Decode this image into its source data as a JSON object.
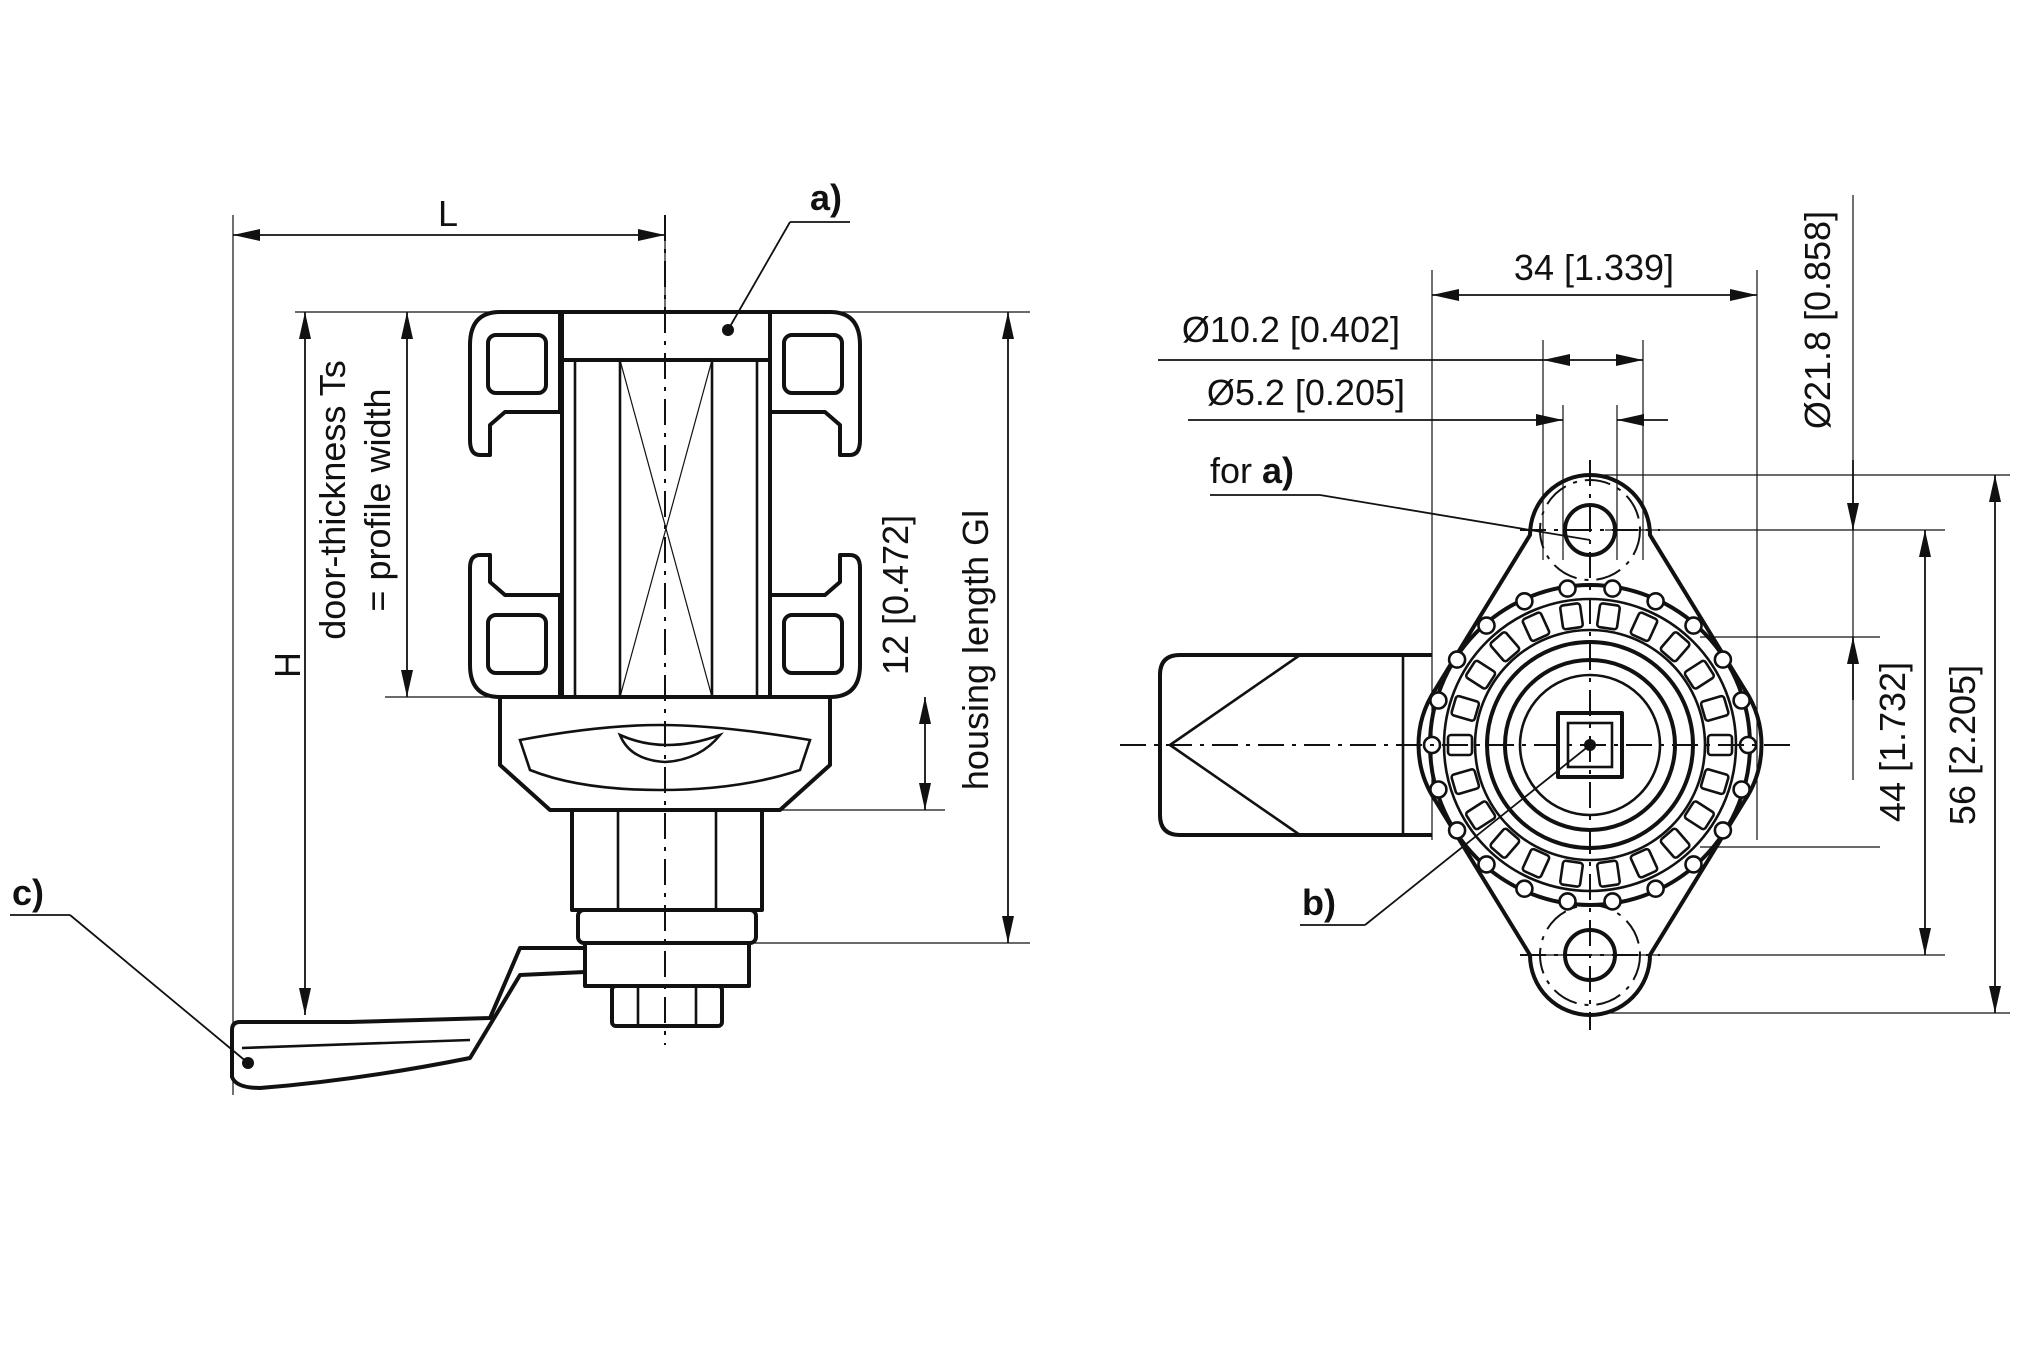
{
  "left_view": {
    "dim_L": "L",
    "dim_H": "H",
    "door_thickness_line1": "door-thickness Ts",
    "door_thickness_line2": "= profile width",
    "dim_12": "12 [0.472]",
    "housing_length": "housing length Gl",
    "callout_a": "a)",
    "callout_c": "c)"
  },
  "right_view": {
    "dim_34": "34 [1.339]",
    "dim_d10": "Ø10.2 [0.402]",
    "dim_d5": "Ø5.2 [0.205]",
    "dim_d21": "Ø21.8 [0.858]",
    "dim_44": "44 [1.732]",
    "dim_56": "56 [2.205]",
    "for_a_prefix": "for ",
    "for_a_bold": "a)",
    "callout_b": "b)"
  }
}
